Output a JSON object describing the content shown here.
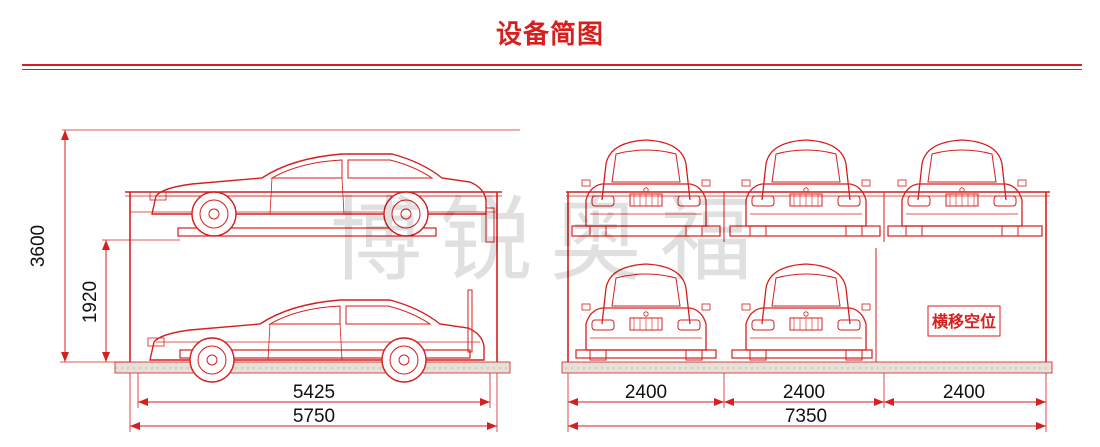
{
  "page": {
    "title": "设备简图"
  },
  "side_view": {
    "dims": {
      "height_total": "3600",
      "lower_level_height": "1920",
      "inner_length": "5425",
      "outer_length": "5750"
    }
  },
  "front_view": {
    "dims": {
      "bay1": "2400",
      "bay2": "2400",
      "bay3": "2400",
      "total_width": "7350"
    },
    "empty_slot_label": "横移空位"
  },
  "watermark": "博锐奥福",
  "colors": {
    "line": "#d61f1f",
    "text": "#111111",
    "ground": "#d9d4cc"
  }
}
